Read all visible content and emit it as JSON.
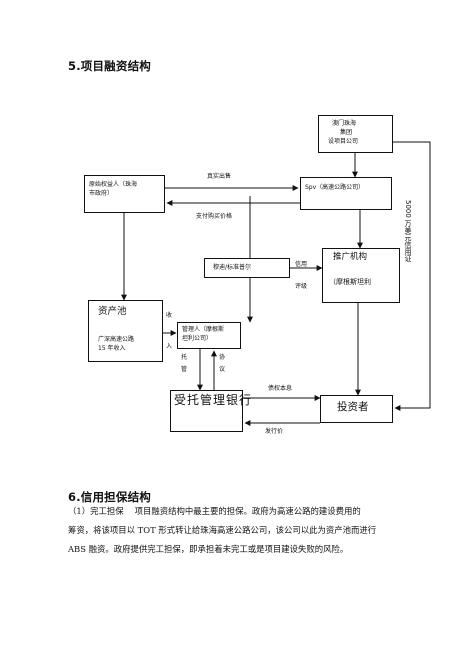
{
  "section5": {
    "title": "5.项目融资结构"
  },
  "diagram": {
    "macau": [
      "澳门珠海",
      "集团",
      "设项目公司"
    ],
    "original_owner": [
      "原始权益人（珠海",
      "市政府）"
    ],
    "spv": "Spv（高速公路公司）",
    "sale_label": "真实出售",
    "pay_label": "支付购买价格",
    "moodys": "穆迪/标准普尔",
    "rating_label": [
      "信用",
      "评级"
    ],
    "promoter_title": "推广机构",
    "promoter_sub": "（摩根斯坦利",
    "asset_pool_title": "资产池",
    "asset_pool_sub": [
      "广深高速公路",
      "15 年收入"
    ],
    "income_label": [
      "收",
      "入"
    ],
    "manager": [
      "管理人（摩根斯",
      "坦利公司）"
    ],
    "custody_label": [
      "托",
      "管"
    ],
    "agreement_label": [
      "协",
      "议"
    ],
    "trustee_bank": "受托管理银行",
    "investor": "投资者",
    "principal_label": "债权本息",
    "issue_price_label": "发行价",
    "credit_line": "5000 万美元信用证"
  },
  "section6": {
    "title": "6.信用担保结构",
    "para_lines": [
      "（1）完工担保　 项目融资结构中最主要的担保。政府为高速公路的建设费用的",
      "筹资，将该项目以 TOT 形式转让给珠海高速公路公司，该公司以此为资产池而进行",
      "ABS 融资。政府提供完工担保，即承担着未完工或是项目建设失败的风险。"
    ]
  }
}
